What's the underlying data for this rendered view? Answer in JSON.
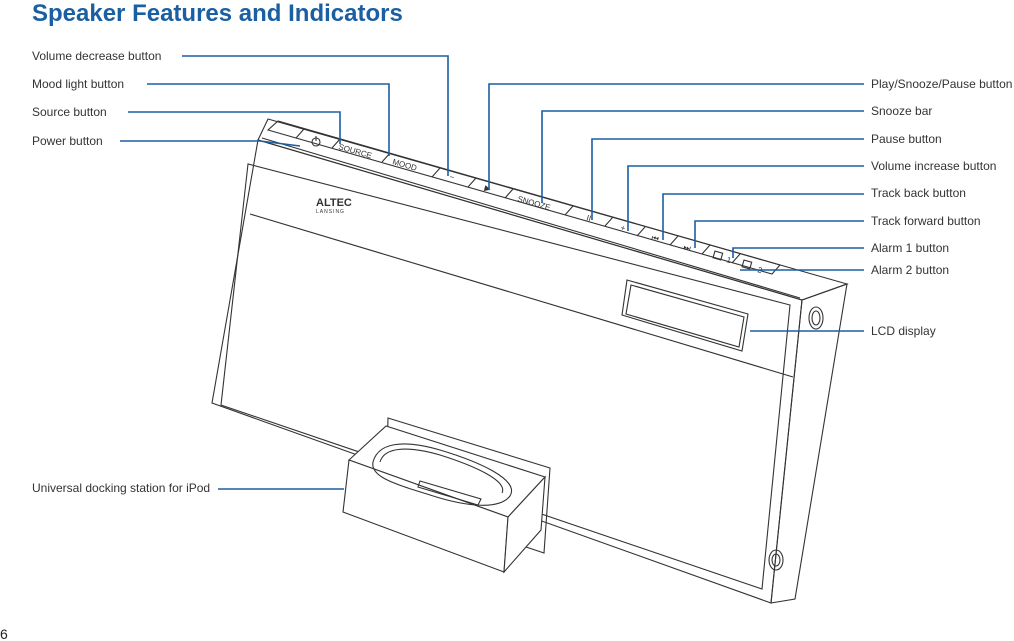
{
  "title": "Speaker Features and Indicators",
  "page_number": "6",
  "colors": {
    "title": "#1b5fa3",
    "callout_lines": "#1b5fa3",
    "device_outline": "#333333"
  },
  "callouts_left": {
    "volume_decrease": "Volume decrease button",
    "mood_light": "Mood light button",
    "source": "Source button",
    "power": "Power button",
    "docking_station": "Universal docking station for iPod"
  },
  "callouts_right": {
    "play_snooze_pause": "Play/Snooze/Pause button",
    "snooze_bar": "Snooze bar",
    "pause": "Pause button",
    "volume_increase": "Volume increase button",
    "track_back": "Track back button",
    "track_forward": "Track forward button",
    "alarm_1": "Alarm 1 button",
    "alarm_2": "Alarm 2 button",
    "lcd_display": "LCD display"
  },
  "device": {
    "brand": "ALTEC",
    "brand_sub": "LANSING",
    "button_labels": {
      "source": "SOURCE",
      "mood": "MOOD",
      "minus": "−",
      "play": "▶",
      "snooze": "SNOOZE",
      "pause": "II",
      "plus": "+",
      "track_back": "⏮",
      "track_forward": "⏭",
      "alarm_1": "1",
      "alarm_2": "2"
    },
    "icons": [
      "power-icon",
      "alarm-clock-icon"
    ]
  }
}
